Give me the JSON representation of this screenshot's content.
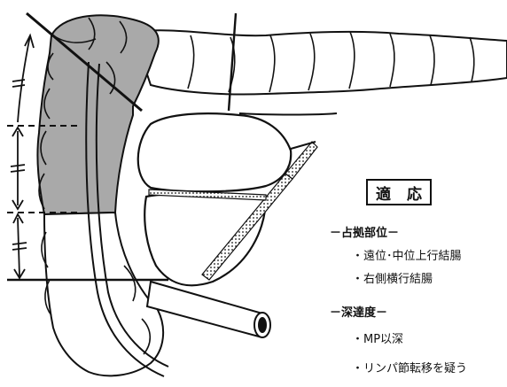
{
  "indication_title": "適 応",
  "section_site": "－占拠部位－",
  "site_items": [
    "・遠位･中位上行結腸",
    "・右側横行結腸"
  ],
  "section_depth": "－深達度－",
  "depth_items": [
    "・MP以深",
    "・リンパ節転移を疑う"
  ],
  "colors": {
    "shaded_colon": "#a9a9a9",
    "ink": "#111111"
  }
}
